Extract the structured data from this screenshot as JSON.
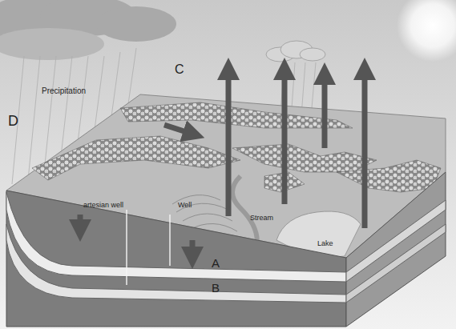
{
  "diagram": {
    "labels": [
      "Precipitation",
      "C",
      "D",
      "artesian well",
      "Well",
      "Stream",
      "Lake",
      "A",
      "B"
    ]
  }
}
